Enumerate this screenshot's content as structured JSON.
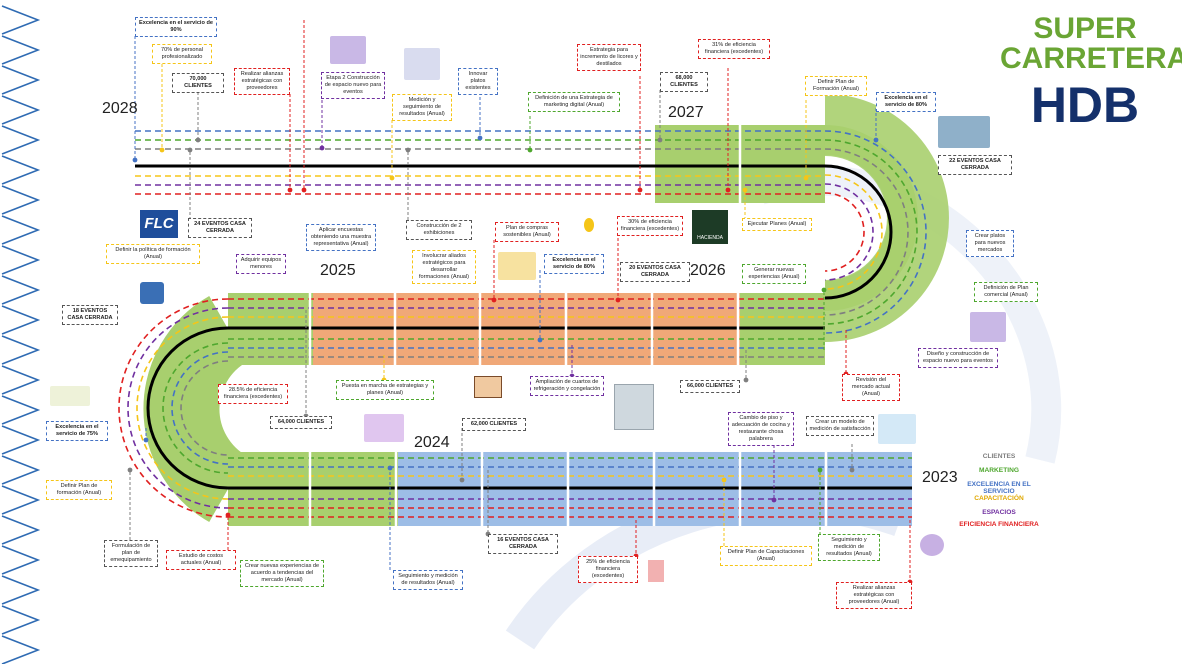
{
  "title": {
    "line1": "SUPER",
    "line2": "CARRETERA",
    "line3": "HDB"
  },
  "colors": {
    "title_green": "#6aa534",
    "title_navy": "#14306b",
    "shoulder_green": "#a8cf6e",
    "segment_green": "#a8cf6e",
    "segment_orange": "#f0a878",
    "segment_blue": "#9dbde6",
    "clientes": "#7f7f7f",
    "marketing": "#4ea72e",
    "excelencia": "#4472c4",
    "capacitacion": "#f5c518",
    "espacios": "#7030a0",
    "eficiencia": "#e02020",
    "border_triangles": "#2f6bb3"
  },
  "years": {
    "y2023": "2023",
    "y2024": "2024",
    "y2025": "2025",
    "y2026": "2026",
    "y2027": "2027",
    "y2028": "2028"
  },
  "legend": [
    {
      "label": "CLIENTES",
      "color": "#7f7f7f"
    },
    {
      "label": "MARKETING",
      "color": "#4ea72e"
    },
    {
      "label": "EXCELENCIA EN EL SERVICIO",
      "color": "#4472c4"
    },
    {
      "label": "CAPACITACIÓN",
      "color": "#f5c518"
    },
    {
      "label": "ESPACIOS",
      "color": "#7030a0"
    },
    {
      "label": "EFICIENCIA FINANCIERA",
      "color": "#e02020"
    }
  ],
  "notes": {
    "n01": "Excelencia en el servicio de 90%",
    "n02": "70% de personal profesionalizado",
    "n03": "70,000 CLIENTES",
    "n04": "Realizar alianzas estratégicas con proveedores",
    "n05": "Etapa 2 Construcción de espacio nuevo para eventos",
    "n06": "Medición y seguimiento de resultados (Anual)",
    "n07": "Innovar platos existentes",
    "n08": "Definición de una Estrategia de marketing digital (Anual)",
    "n09": "Estrategia para incremento de licores y destilados",
    "n10": "68,000 CLIENTES",
    "n11": "31% de eficiencia financiera (excedentes)",
    "n12": "Definir Plan de Formación (Anual)",
    "n13": "Excelencia en el servicio de 80%",
    "n14": "22 EVENTOS CASA CERRADA",
    "n15": "24 EVENTOS CASA CERRADA",
    "n16": "Construcción de 2 exhibiciones",
    "n17": "Plan de compras sostenibles (Anual)",
    "n18": "30% de eficiencia financiera (excedentes)",
    "n19": "Ejecutar Planes (Anual)",
    "n20": "Crear platos para nuevos mercados",
    "n21": "Definir la política de formación (Anual)",
    "n22": "Adquirir equipos menores",
    "n23": "Aplicar encuestas obteniendo una muestra representativa (Anual)",
    "n24": "Involucrar aliados estratégicos para desarrollar formaciones (Anual)",
    "n25": "Excelencia en el servicio de 80%",
    "n26": "20 EVENTOS CASA CERRADA",
    "n27": "Generar nuevas experiencias (Anual)",
    "n28": "Definición de Plan comercial (Anual)",
    "n29": "18 EVENTOS CASA CERRADA",
    "n30": "28.5% de eficiencia financiera (excedentes)",
    "n31": "Puesta en marcha de estrategias y planes (Anual)",
    "n32": "Ampliación de cuartos de refrigeración y congelación",
    "n33": "66,000 CLIENTES",
    "n34": "Diseño y construcción de espacio nuevo para eventos",
    "n35": "Revisión del mercado actual (Anual)",
    "n36": "Excelencia en el servicio de 75%",
    "n37": "64,000 CLIENTES",
    "n38": "62,000 CLIENTES",
    "n39": "Cambio de piso y adecuación de cocina y restaurante chosa palabrera",
    "n40": "Crear un modelo de medición de satisfacción",
    "n41": "Definir Plan de formación (Anual)",
    "n42": "Formulación de plan de emequipamiento",
    "n43": "Estudio de costos actuales (Anual)",
    "n44": "Crear nuevas experiencias de acuerdo a tendencias del mercado (Anual)",
    "n45": "Seguimiento y medición de resultados (Anual)",
    "n46": "16 EVENTOS CASA CERRADA",
    "n47": "25% de eficiencia financiera (excedentes)",
    "n48": "Definir Plan de Capacitaciones (Anual)",
    "n49": "Seguimiento y medición de resultados (Anual)",
    "n50": "Realizar alianzas estratégicas con proveedores (Anual)"
  },
  "logos": {
    "flc": "FLC",
    "hacienda": "HACIENDA"
  }
}
